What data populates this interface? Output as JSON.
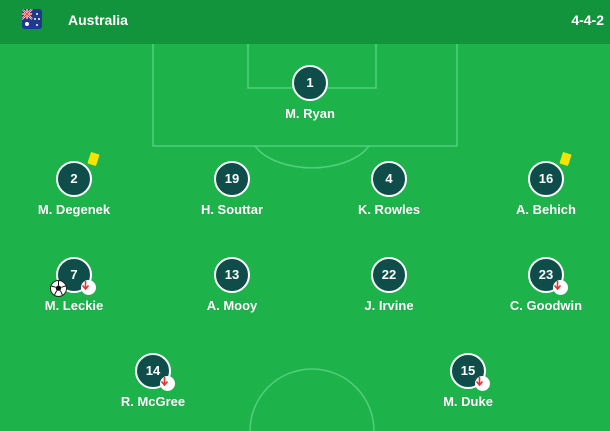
{
  "header": {
    "team": "Australia",
    "formation": "4-4-2",
    "flag_icon": "australia-flag-icon",
    "background": "#12943c"
  },
  "colors": {
    "pitch": "#1eb24b",
    "shirt": "#0f4d4a",
    "yellow_card": "#f7e300",
    "sub_arrow": "#e8322e"
  },
  "lineup": {
    "goalkeeper": [
      {
        "number": "1",
        "name": "M. Ryan",
        "yellow_card": false,
        "subbed_off": false,
        "goal": false
      }
    ],
    "defenders": [
      {
        "number": "2",
        "name": "M. Degenek",
        "yellow_card": true,
        "subbed_off": false,
        "goal": false
      },
      {
        "number": "19",
        "name": "H. Souttar",
        "yellow_card": false,
        "subbed_off": false,
        "goal": false
      },
      {
        "number": "4",
        "name": "K. Rowles",
        "yellow_card": false,
        "subbed_off": false,
        "goal": false
      },
      {
        "number": "16",
        "name": "A. Behich",
        "yellow_card": true,
        "subbed_off": false,
        "goal": false
      }
    ],
    "midfielders": [
      {
        "number": "7",
        "name": "M. Leckie",
        "yellow_card": false,
        "subbed_off": true,
        "goal": true
      },
      {
        "number": "13",
        "name": "A. Mooy",
        "yellow_card": false,
        "subbed_off": false,
        "goal": false
      },
      {
        "number": "22",
        "name": "J. Irvine",
        "yellow_card": false,
        "subbed_off": false,
        "goal": false
      },
      {
        "number": "23",
        "name": "C. Goodwin",
        "yellow_card": false,
        "subbed_off": true,
        "goal": false
      }
    ],
    "forwards": [
      {
        "number": "14",
        "name": "R. McGree",
        "yellow_card": false,
        "subbed_off": true,
        "goal": false
      },
      {
        "number": "15",
        "name": "M. Duke",
        "yellow_card": false,
        "subbed_off": true,
        "goal": false
      }
    ]
  }
}
